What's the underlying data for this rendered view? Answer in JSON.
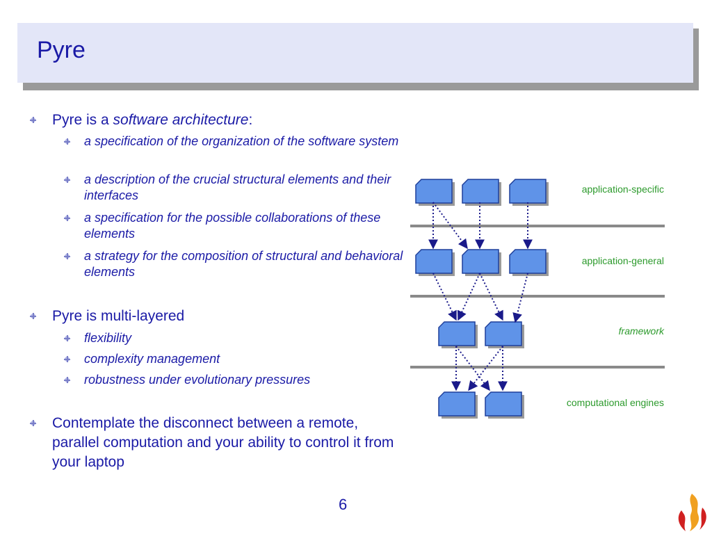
{
  "slide": {
    "title": "Pyre",
    "page_number": "6"
  },
  "bullets": [
    {
      "prefix": "Pyre is a ",
      "emphasis": "software architecture",
      "suffix": ":",
      "sub": [
        "a specification of the organization of the software system",
        "a description of the crucial structural elements and their interfaces",
        "a specification for the possible collaborations of these elements",
        "a strategy for the composition of structural and behavioral elements"
      ]
    },
    {
      "text": "Pyre is multi-layered",
      "sub": [
        "flexibility",
        "complexity management",
        "robustness under evolutionary pressures"
      ]
    },
    {
      "text": "Contemplate the disconnect between a remote, parallel computation and your ability to control it from your laptop"
    }
  ],
  "diagram": {
    "layers": [
      "application-specific",
      "application-general",
      "framework",
      "computational engines"
    ],
    "colors": {
      "box_fill": "#5f93e8",
      "box_border": "#1f3f9a",
      "arrow": "#1a1a8a",
      "layer_line": "#8a8a8a",
      "label": "#2c9a2c"
    }
  },
  "colors": {
    "title_bar": "#e3e6f8",
    "text": "#1a1aa6"
  },
  "icons": {
    "bullet": "diamond-plus-bullet-icon",
    "logo": "flame-logo-icon"
  }
}
